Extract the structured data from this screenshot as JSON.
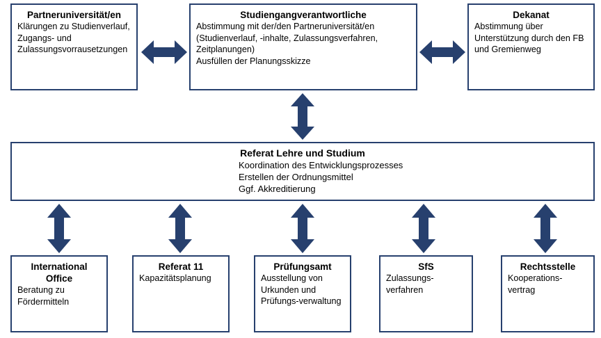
{
  "diagram": {
    "accent_color": "#27406E",
    "background_color": "#FFFFFF",
    "boxes": {
      "partneruniversitaet": {
        "title": "Partneruniversität/en",
        "body": "Klärungen zu Studienverlauf, Zugangs- und Zulassungsvorrausetzungen"
      },
      "studiengangverantwortliche": {
        "title": "Studiengangverantwortliche",
        "body": "Abstimmung mit der/den Partneruniversität/en (Studienverlauf, -inhalte, Zulassungsverfahren, Zeitplanungen)\nAusfüllen der Planungsskizze"
      },
      "dekanat": {
        "title": "Dekanat",
        "body": "Abstimmung über Unterstützung durch den FB und Gremienweg"
      },
      "referat_lehre_und_studium": {
        "title": "Referat Lehre und Studium",
        "body": "Koordination des Entwicklungsprozesses\nErstellen der Ordnungsmittel\nGgf. Akkreditierung"
      },
      "international_office": {
        "title": "International Office",
        "body": "Beratung zu Fördermitteln"
      },
      "referat_11": {
        "title": "Referat 11",
        "body": "Kapazitätsplanung"
      },
      "pruefungsamt": {
        "title": "Prüfungsamt",
        "body": "Ausstellung von Urkunden und Prüfungs-verwaltung"
      },
      "sfs": {
        "title": "SfS",
        "body": "Zulassungs-verfahren"
      },
      "rechtsstelle": {
        "title": "Rechtsstelle",
        "body": "Kooperations-vertrag"
      }
    },
    "connectors": [
      {
        "name": "partner-to-studiengang",
        "type": "double-arrow-horizontal"
      },
      {
        "name": "studiengang-to-dekanat",
        "type": "double-arrow-horizontal"
      },
      {
        "name": "studiengang-to-referat",
        "type": "double-arrow-vertical"
      },
      {
        "name": "referat-to-international-office",
        "type": "double-arrow-vertical"
      },
      {
        "name": "referat-to-referat-11",
        "type": "double-arrow-vertical"
      },
      {
        "name": "referat-to-pruefungsamt",
        "type": "double-arrow-vertical"
      },
      {
        "name": "referat-to-sfs",
        "type": "double-arrow-vertical"
      },
      {
        "name": "referat-to-rechtsstelle",
        "type": "double-arrow-vertical"
      }
    ]
  }
}
